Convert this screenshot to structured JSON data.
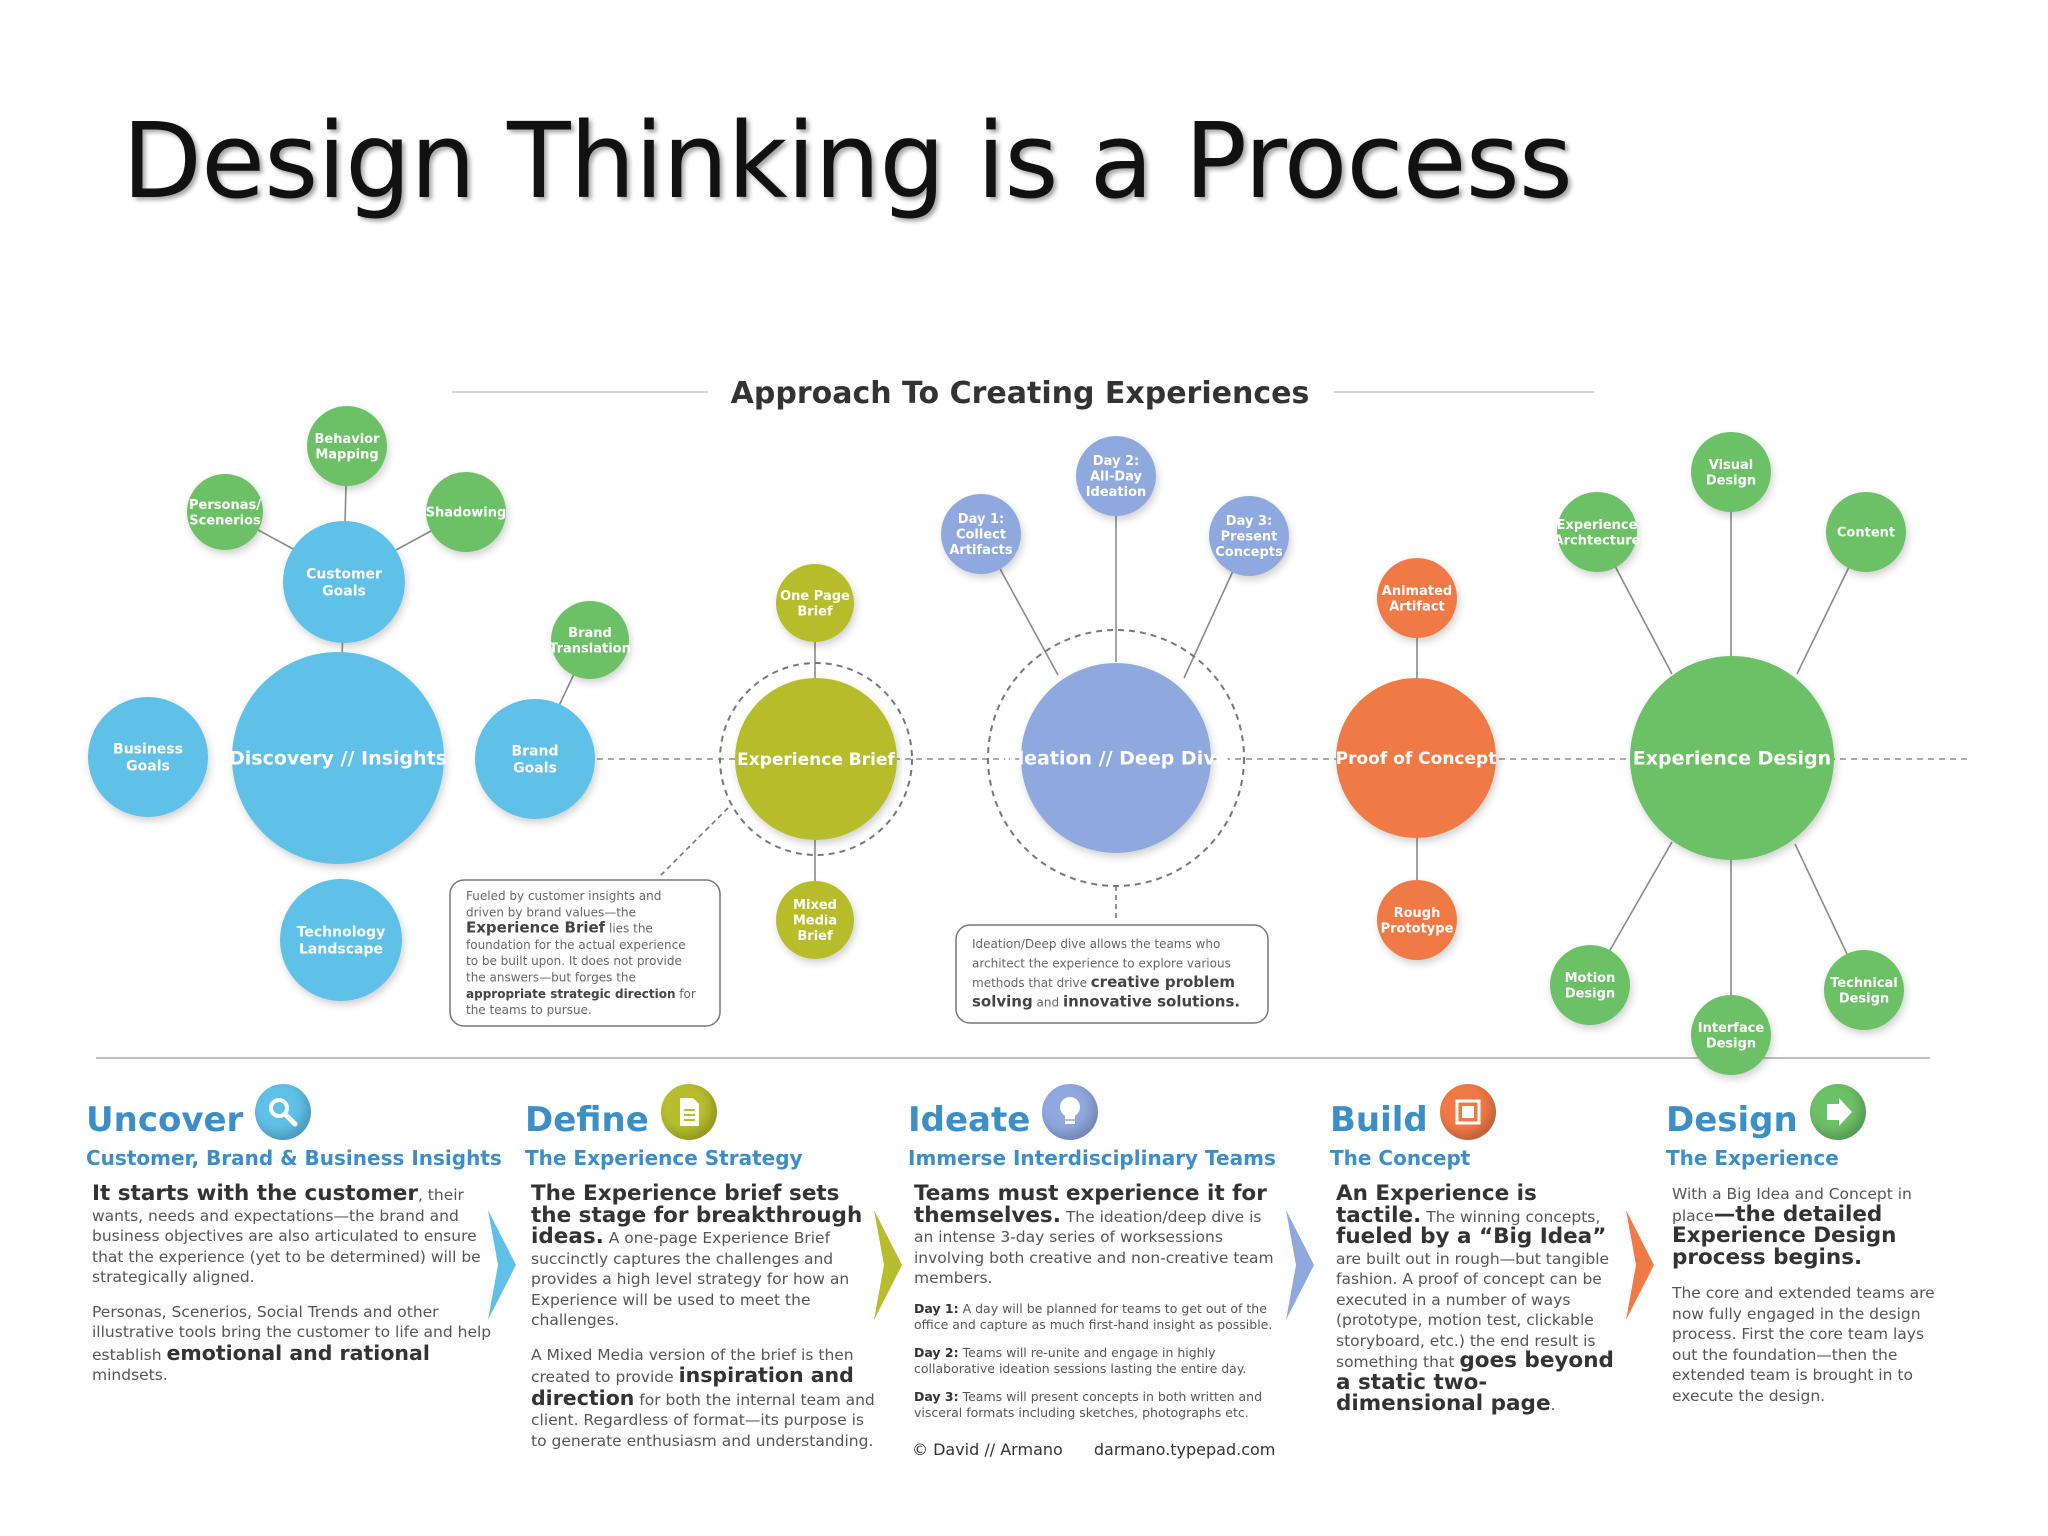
{
  "slide": {
    "title": "Design Thinking is a Process"
  },
  "diagram": {
    "title": "Approach To Creating Experiences",
    "colors": {
      "blue": "#5fc0e8",
      "olive": "#b7bd2c",
      "periwinkle": "#8fa8de",
      "orange": "#f07a45",
      "green": "#6cc066"
    },
    "hubs": [
      {
        "label": "Discovery // Insights"
      },
      {
        "label": "Experience Brief"
      },
      {
        "label": "Ideation // Deep Dive"
      },
      {
        "label": "Proof of Concept"
      },
      {
        "label": "Experience Design"
      }
    ],
    "nodes": [
      {
        "lines": [
          "Behavior",
          "Mapping"
        ]
      },
      {
        "lines": [
          "Personas/",
          "Scenerios"
        ]
      },
      {
        "lines": [
          "Shadowing"
        ]
      },
      {
        "lines": [
          "Customer",
          "Goals"
        ]
      },
      {
        "lines": [
          "Business",
          "Goals"
        ]
      },
      {
        "lines": [
          "Technology",
          "Landscape"
        ]
      },
      {
        "lines": [
          "Brand",
          "Translation"
        ]
      },
      {
        "lines": [
          "Brand",
          "Goals"
        ]
      },
      {
        "lines": [
          "One Page",
          "Brief"
        ]
      },
      {
        "lines": [
          "Mixed",
          "Media",
          "Brief"
        ]
      },
      {
        "lines": [
          "Day 1:",
          "Collect",
          "Artifacts"
        ]
      },
      {
        "lines": [
          "Day 2:",
          "All-Day",
          "Ideation"
        ]
      },
      {
        "lines": [
          "Day 3:",
          "Present",
          "Concepts"
        ]
      },
      {
        "lines": [
          "Animated",
          "Artifact"
        ]
      },
      {
        "lines": [
          "Rough",
          "Prototype"
        ]
      },
      {
        "lines": [
          "Visual",
          "Design"
        ]
      },
      {
        "lines": [
          "Experience",
          "Archtecture"
        ]
      },
      {
        "lines": [
          "Content"
        ]
      },
      {
        "lines": [
          "Motion",
          "Design"
        ]
      },
      {
        "lines": [
          "Interface",
          "Design"
        ]
      },
      {
        "lines": [
          "Technical",
          "Design"
        ]
      }
    ],
    "callouts": [
      {
        "lines": [
          [
            {
              "t": "Fueled by customer insights and"
            }
          ],
          [
            {
              "t": "driven by brand values—the"
            }
          ],
          [
            {
              "t": "Experience Brief",
              "b": 1
            },
            {
              "t": " lies the"
            }
          ],
          [
            {
              "t": "foundation for the actual experience"
            }
          ],
          [
            {
              "t": "to be built upon.  It does not provide"
            }
          ],
          [
            {
              "t": "the answers—but forges the"
            }
          ],
          [
            {
              "t": "appropriate strategic direction",
              "s": 1
            },
            {
              "t": " for"
            }
          ],
          [
            {
              "t": "the teams to pursue."
            }
          ]
        ]
      },
      {
        "lines": [
          [
            {
              "t": "Ideation/Deep dive allows the teams who"
            }
          ],
          [
            {
              "t": "architect the experience to explore various"
            }
          ],
          [
            {
              "t": "methods that drive "
            },
            {
              "t": "creative problem",
              "b": 1
            }
          ],
          [
            {
              "t": "solving",
              "b": 1
            },
            {
              "t": " and "
            },
            {
              "t": "innovative solutions.",
              "b": 1
            }
          ]
        ]
      }
    ]
  },
  "phases": [
    {
      "title": "Uncover",
      "subtitle": "Customer, Brand & Business Insights",
      "icon": "magnifier-icon",
      "paragraphs": [
        {
          "lead": 1,
          "runs": [
            {
              "t": "It starts with the customer",
              "b": 1
            },
            {
              "t": ", their wants, needs and expectations—the brand and business objectives are also articulated to ensure that the experience (yet to be determined) will be strategically aligned."
            }
          ]
        },
        {
          "runs": [
            {
              "t": "Personas, Scenerios, Social Trends and other illustrative tools bring the customer to life and help establish "
            },
            {
              "t": "emotional and rational",
              "b": 1
            },
            {
              "t": " mindsets."
            }
          ]
        }
      ]
    },
    {
      "title": "Define",
      "subtitle": "The Experience Strategy",
      "icon": "document-icon",
      "paragraphs": [
        {
          "lead": 1,
          "runs": [
            {
              "t": "The Experience brief sets the stage for breakthrough ideas.",
              "b": 1
            },
            {
              "t": " A one-page Experience Brief succinctly captures the challenges and provides a high level strategy for how an Experience will be used to meet the challenges."
            }
          ]
        },
        {
          "runs": [
            {
              "t": "A Mixed Media version of the brief is then created to provide "
            },
            {
              "t": "inspiration and direction",
              "b": 1
            },
            {
              "t": " for both the internal team and client.  Regardless of format—its purpose is to generate enthusiasm and understanding."
            }
          ]
        }
      ]
    },
    {
      "title": "Ideate",
      "subtitle": "Immerse Interdisciplinary Teams",
      "icon": "lightbulb-icon",
      "paragraphs": [
        {
          "lead": 1,
          "runs": [
            {
              "t": "Teams must experience it for themselves.",
              "b": 1
            },
            {
              "t": " The ideation/deep dive is an intense 3-day series of worksessions involving both creative and non-creative team members."
            }
          ]
        },
        {
          "small": 1,
          "runs": [
            {
              "t": "Day 1:",
              "b": 1
            },
            {
              "t": " A day will be planned for teams to get out of the office and capture as much first-hand insight as possible."
            }
          ]
        },
        {
          "small": 1,
          "runs": [
            {
              "t": "Day 2:",
              "b": 1
            },
            {
              "t": " Teams will re-unite and engage in highly collaborative ideation sessions lasting the entire day."
            }
          ]
        },
        {
          "small": 1,
          "runs": [
            {
              "t": "Day 3:",
              "b": 1
            },
            {
              "t": " Teams will present concepts in both written and visceral formats including sketches, photographs etc."
            }
          ]
        }
      ]
    },
    {
      "title": "Build",
      "subtitle": "The Concept",
      "icon": "frame-icon",
      "paragraphs": [
        {
          "lead": 1,
          "runs": [
            {
              "t": "An Experience is tactile.",
              "b": 1
            },
            {
              "t": " The winning concepts, "
            },
            {
              "t": "fueled by a “Big Idea”",
              "b": 1
            },
            {
              "t": " are built out in rough—but tangible fashion.  A proof of concept can be executed in a number of ways (prototype, motion test, clickable storyboard, etc.) the end result is something that "
            },
            {
              "t": "goes beyond a static two-dimensional page",
              "b": 1
            },
            {
              "t": "."
            }
          ]
        }
      ]
    },
    {
      "title": "Design",
      "subtitle": "The Experience",
      "icon": "play-arrow-icon",
      "paragraphs": [
        {
          "lead": 1,
          "runs": [
            {
              "t": "With a Big Idea and Concept in place"
            },
            {
              "t": "—the detailed Experience Design process begins.",
              "b": 1
            }
          ]
        },
        {
          "runs": [
            {
              "t": "The core and extended teams are now fully engaged in the design process.  First the core team lays out the foundation—then the extended team is brought in to execute the design."
            }
          ]
        }
      ]
    }
  ],
  "credit": {
    "author": "© David // Armano",
    "site": "darmano.typepad.com"
  }
}
